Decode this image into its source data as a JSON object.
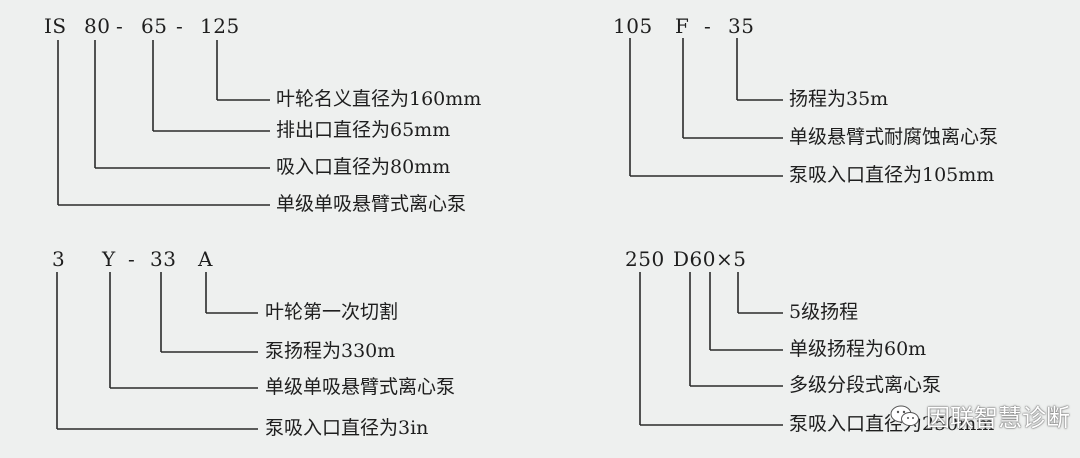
{
  "pump1": {
    "codes": [
      "IS",
      "80",
      "-",
      "65",
      "-",
      "125"
    ],
    "labels": [
      "叶轮名义直径为160mm",
      "排出口直径为65mm",
      "吸入口直径为80mm",
      "单级单吸悬臂式离心泵"
    ]
  },
  "pump2": {
    "codes": [
      "105",
      "F",
      "-",
      "35"
    ],
    "labels": [
      "扬程为35m",
      "单级悬臂式耐腐蚀离心泵",
      "泵吸入口直径为105mm"
    ]
  },
  "pump3": {
    "codes": [
      "3",
      "Y",
      "-",
      "33",
      "A"
    ],
    "labels": [
      "叶轮第一次切割",
      "泵扬程为330m",
      "单级单吸悬臂式离心泵",
      "泵吸入口直径为3in"
    ]
  },
  "pump4": {
    "codes": [
      "250",
      "D60×5"
    ],
    "labels": [
      "5级扬程",
      "单级扬程为60m",
      "多级分段式离心泵",
      "泵吸入口直径为250mm"
    ]
  },
  "watermark": {
    "icon": "wechat-icon",
    "text": "因联智慧诊断"
  }
}
